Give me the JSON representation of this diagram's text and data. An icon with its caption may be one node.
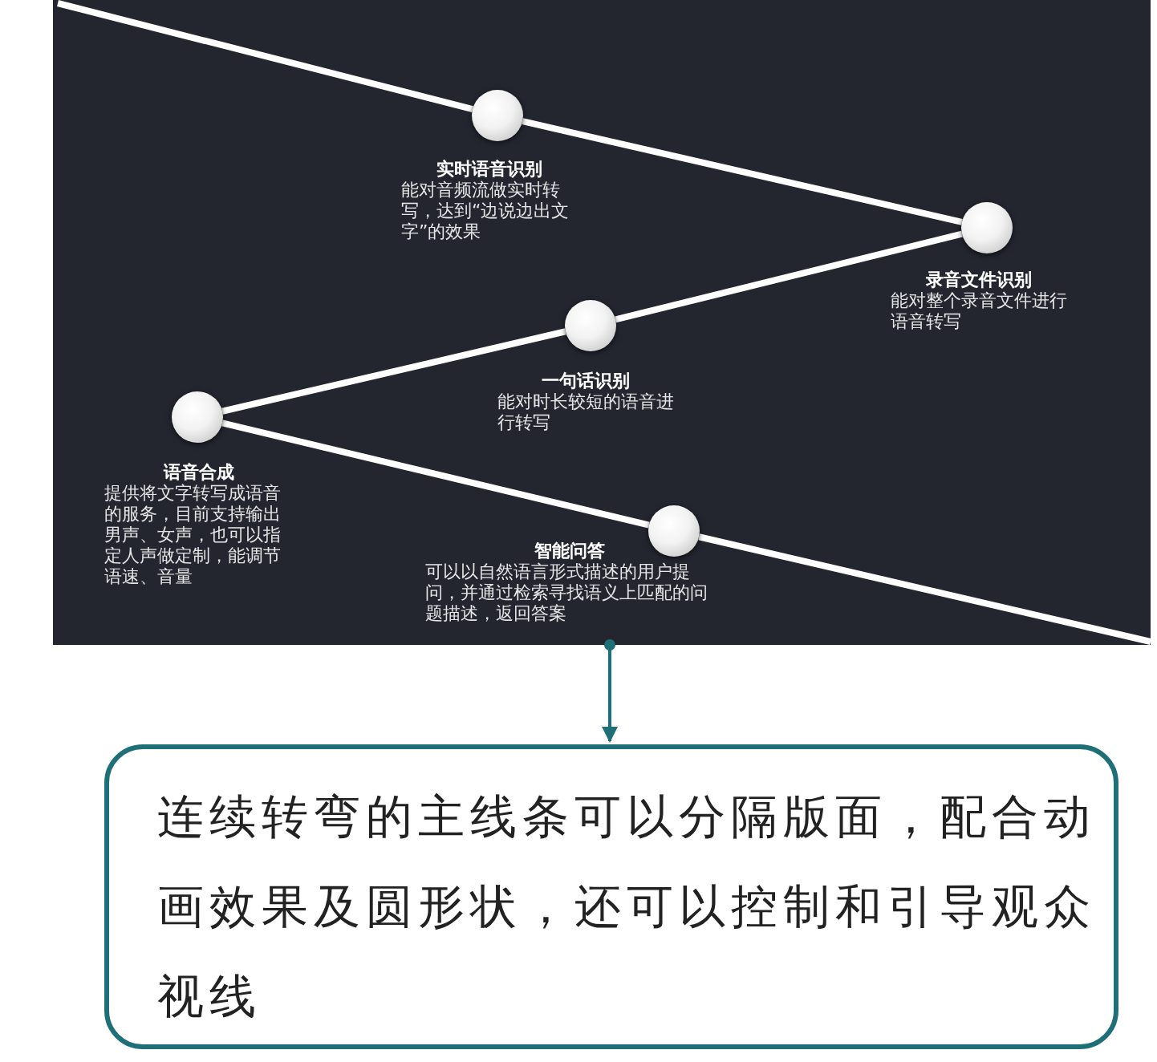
{
  "diagram": {
    "nodes": [
      {
        "text": [],
        "shape": "box"
      },
      {
        "text": [],
        "shape": "circle",
        "in": 0,
        "beside": [
          "实时语音识别",
          "能对音频流做实时转写，达到“边说边出文字”的效果"
        ]
      },
      {
        "text": [],
        "shape": "circle",
        "in": 0,
        "beside": [
          "录音文件识别",
          "能对整个录音文件进行语音转写"
        ]
      },
      {
        "text": [],
        "shape": "circle",
        "in": 0,
        "beside": [
          "一句话识别",
          "能对时长较短的语音进行转写"
        ]
      },
      {
        "text": [],
        "shape": "circle",
        "in": 0,
        "beside": [
          "语音合成",
          "提供将文字转写成语音的服务，目前支持输出男声、女声，也可以指定人声做定制，能调节语速、音量"
        ]
      },
      {
        "text": [],
        "shape": "circle",
        "in": 0,
        "beside": [
          "智能问答",
          "可以以自然语言形式描述的用户提问，并通过检索寻找语义上匹配的问题描述，返回答案"
        ]
      },
      {
        "text": [
          "连续转弯的主线条可以分隔版面，配合动画效果及圆形状，还可以控制和引导观众视线"
        ]
      }
    ],
    "edges": [
      {
        "from": null,
        "to": 1,
        "arrow": "none"
      },
      {
        "from": 1,
        "to": 2,
        "arrow": "none"
      },
      {
        "from": 2,
        "to": 3,
        "arrow": "none"
      },
      {
        "from": 3,
        "to": 4,
        "arrow": "none"
      },
      {
        "from": 4,
        "to": 5,
        "arrow": "none"
      },
      {
        "from": 5,
        "to": null,
        "arrow": "none"
      },
      {
        "from": 0,
        "to": 6,
        "arrow": "to",
        "color": "#1f6f78"
      }
    ]
  }
}
